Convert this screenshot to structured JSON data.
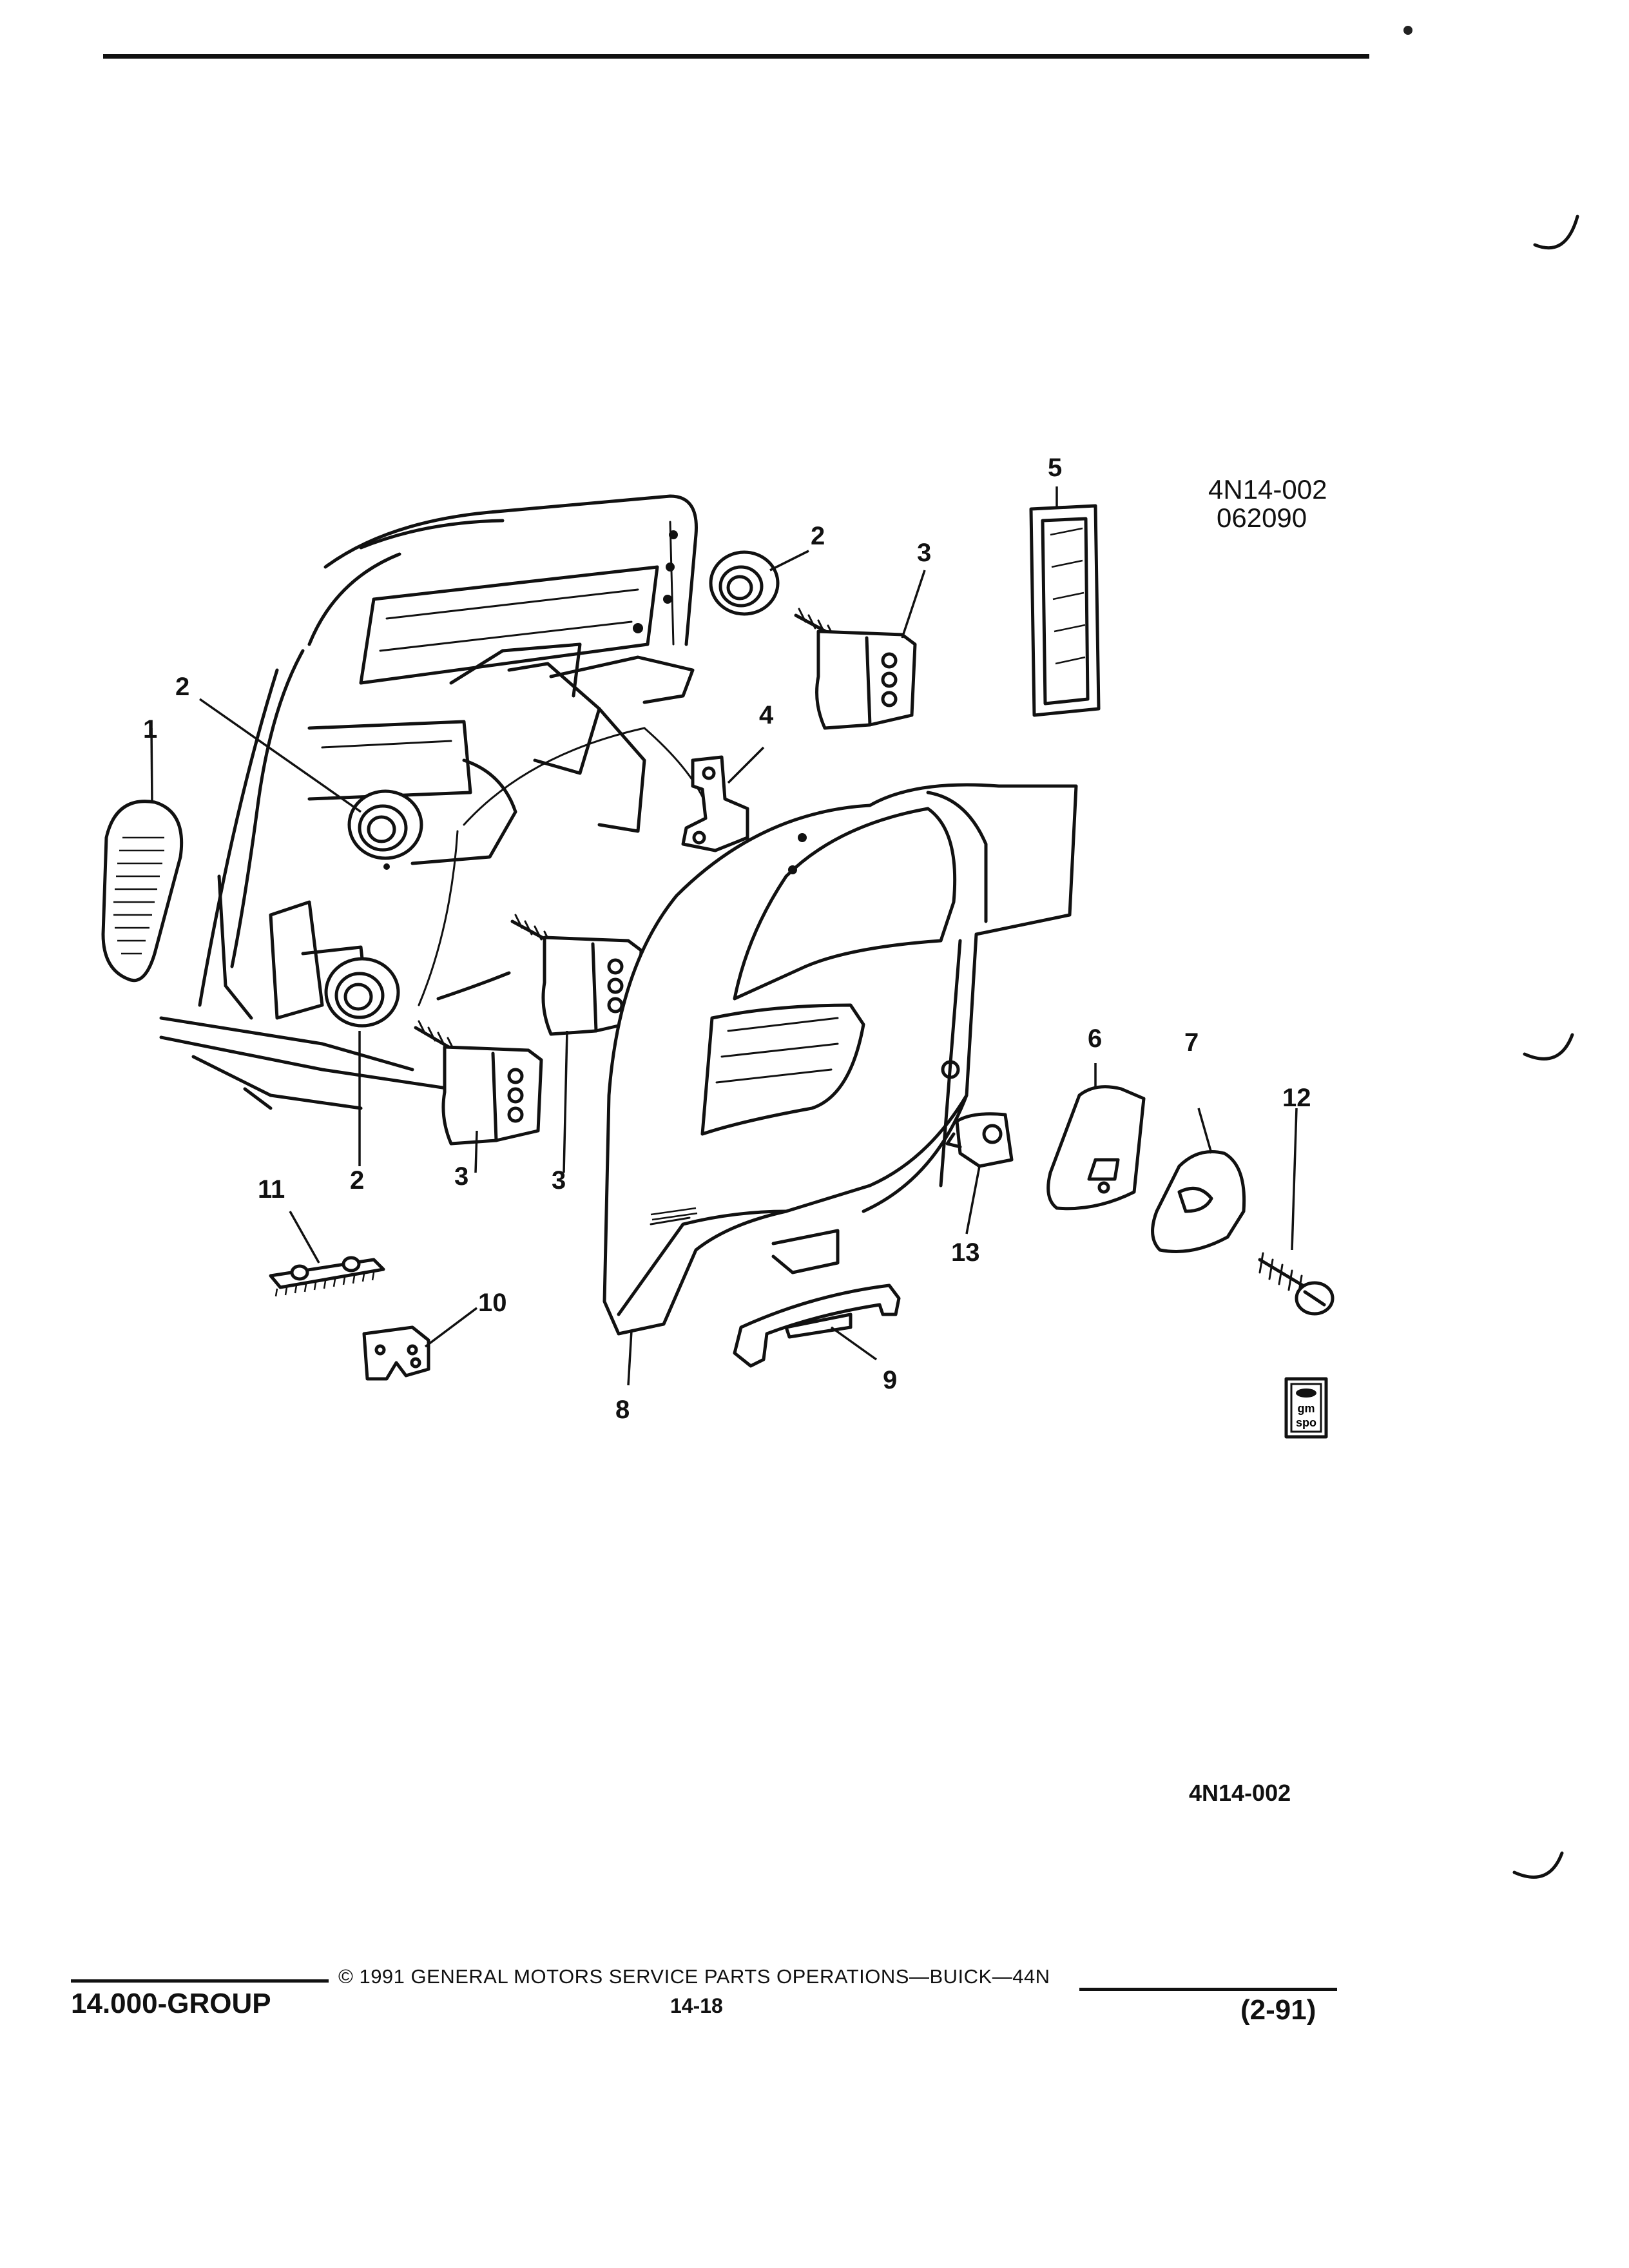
{
  "figure": {
    "code_top": "4N14-002",
    "code_date": "062090",
    "code_bottom": "4N14-002"
  },
  "callouts": {
    "c1": "1",
    "c2a": "2",
    "c2b": "2",
    "c2c": "2",
    "c3a": "3",
    "c3b": "3",
    "c3c": "3",
    "c4": "4",
    "c5": "5",
    "c6": "6",
    "c7": "7",
    "c8": "8",
    "c9": "9",
    "c10": "10",
    "c11": "11",
    "c12": "12",
    "c13": "13"
  },
  "gm_logo": {
    "text": "gm spo"
  },
  "footer": {
    "group": "14.000-GROUP",
    "copyright": "© 1991 GENERAL MOTORS SERVICE PARTS OPERATIONS—BUICK—44N",
    "page": "14-18",
    "revision": "(2-91)"
  }
}
